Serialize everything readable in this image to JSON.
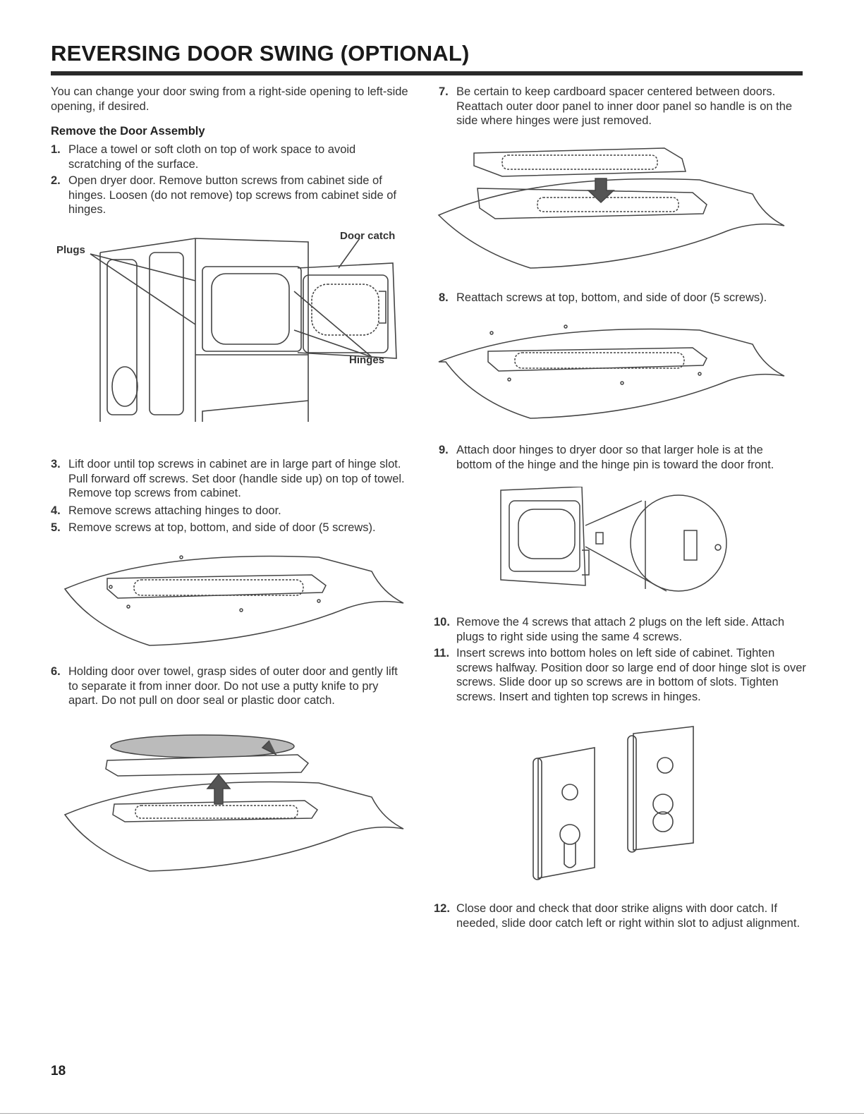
{
  "title": "REVERSING DOOR SWING (OPTIONAL)",
  "intro": "You can change your door swing from a right-side opening to left-side opening, if desired.",
  "subheading": "Remove the Door Assembly",
  "steps": [
    {
      "num": "1.",
      "text": "Place a towel or soft cloth on top of work space to avoid scratching of the surface."
    },
    {
      "num": "2.",
      "text": "Open dryer door. Remove button screws from cabinet side of hinges. Loosen (do not remove) top screws from cabinet side of hinges."
    },
    {
      "num": "3.",
      "text": "Lift door until top screws in cabinet are in large part of hinge slot. Pull forward off screws. Set door (handle side up) on top of towel. Remove top screws from cabinet."
    },
    {
      "num": "4.",
      "text": "Remove screws attaching hinges to door."
    },
    {
      "num": "5.",
      "text": "Remove screws at top, bottom, and side of door (5 screws)."
    },
    {
      "num": "6.",
      "text": "Holding door over towel, grasp sides of outer door and gently lift to separate it from inner door. Do not use a putty knife to pry apart. Do not pull on door seal or plastic door catch."
    },
    {
      "num": "7.",
      "text": "Be certain to keep cardboard spacer centered between doors. Reattach outer door panel to inner door panel so handle is on the side where hinges were just removed."
    },
    {
      "num": "8.",
      "text": "Reattach screws at top, bottom, and side of door (5 screws)."
    },
    {
      "num": "9.",
      "text": "Attach door hinges to dryer door so that larger hole is at the bottom of the hinge and the hinge pin is toward the door front."
    },
    {
      "num": "10.",
      "text": "Remove the 4 screws that attach 2 plugs on the left side. Attach plugs to right side using the same 4 screws."
    },
    {
      "num": "11.",
      "text": "Insert screws into bottom holes on left side of cabinet. Tighten screws halfway. Position door so large end of door hinge slot is over screws. Slide door up so screws are in bottom of slots. Tighten screws. Insert and tighten top screws in hinges."
    },
    {
      "num": "12.",
      "text": "Close door and check that door strike aligns with door catch. If needed, slide door catch left or right within slot to adjust alignment."
    }
  ],
  "figure_labels": {
    "plugs": "Plugs",
    "door_catch": "Door catch",
    "hinges": "Hinges"
  },
  "page_number": "18"
}
